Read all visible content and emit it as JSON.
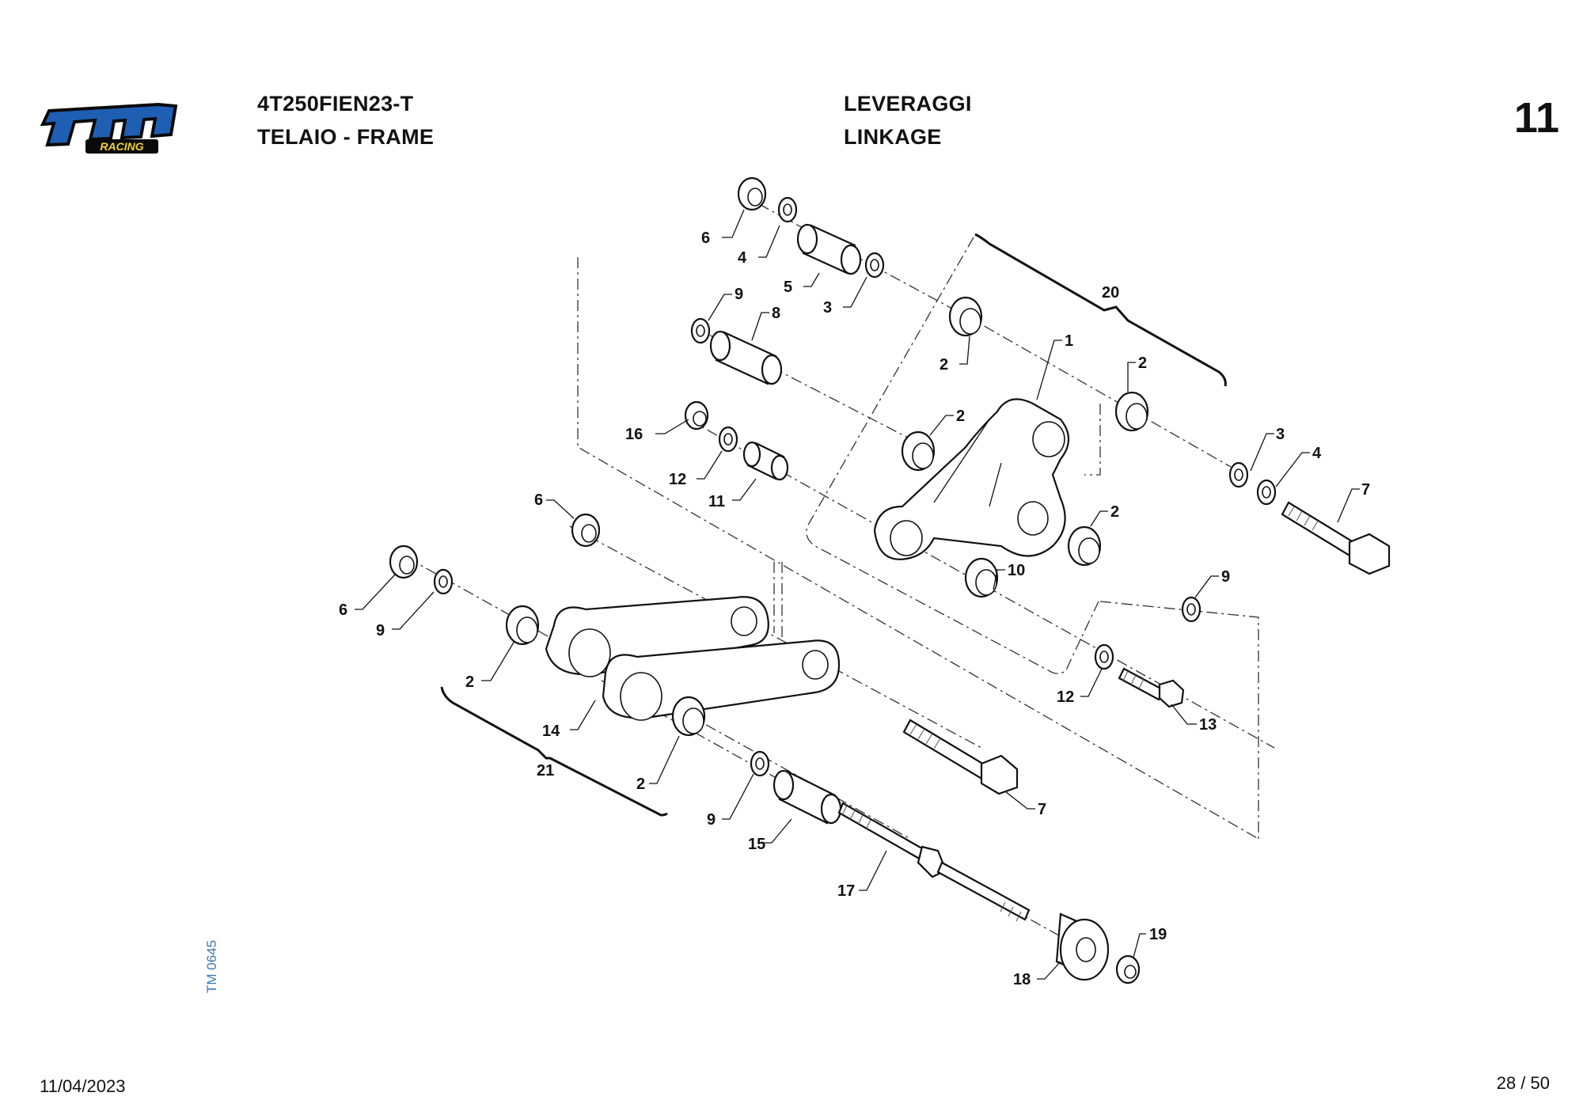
{
  "header": {
    "model_code": "4T250FIEN23-T",
    "section": "TELAIO - FRAME",
    "group_it": "LEVERAGGI",
    "group_en": "LINKAGE",
    "page_number": "11"
  },
  "logo": {
    "brand": "tm",
    "sub": "RACING",
    "colors": {
      "main": "#1f5fb3",
      "outline": "#0a0a0a",
      "sub": "#f2d230"
    }
  },
  "drawing_ref": "TM 0645",
  "footer": {
    "date": "11/04/2023",
    "page": "28 / 50"
  },
  "callouts": {
    "c6a": "6",
    "c4a": "4",
    "c5": "5",
    "c3a": "3",
    "c9a": "9",
    "c8": "8",
    "c20": "20",
    "c1": "1",
    "c2a": "2",
    "c2b": "2",
    "c2c": "2",
    "c2d": "2",
    "c16": "16",
    "c12a": "12",
    "c11": "11",
    "c3b": "3",
    "c4b": "4",
    "c7a": "7",
    "c6b": "6",
    "c10": "10",
    "c9b": "9",
    "c6c": "6",
    "c9c": "9",
    "c2e": "2",
    "c12b": "12",
    "c13": "13",
    "c14": "14",
    "c21": "21",
    "c2f": "2",
    "c7b": "7",
    "c9d": "9",
    "c15": "15",
    "c17": "17",
    "c18": "18",
    "c19": "19"
  }
}
